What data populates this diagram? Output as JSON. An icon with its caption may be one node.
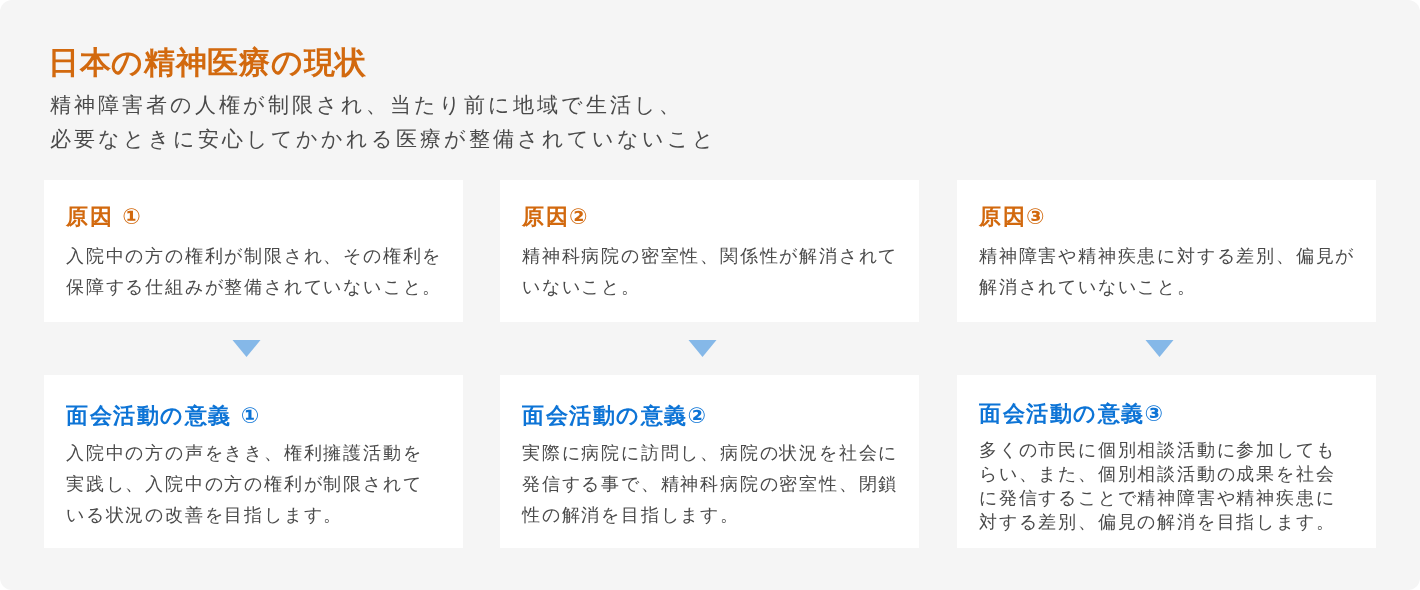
{
  "diagram": {
    "nodes": [
      {
        "text": [
          "日本の精神医療の現状",
          "精神障害者の人権が制限され、当たり前に地域で生活し、必要なときに安心してかかれる医療が整備されていないこと"
        ]
      },
      {
        "text": [
          "原因 ①",
          "入院中の方の権利が制限され、その権利を保障する仕組みが整備されていないこと。"
        ],
        "in": 0
      },
      {
        "text": [
          "原因②",
          "精神科病院の密室性、関係性が解消されていないこと。"
        ],
        "in": 0
      },
      {
        "text": [
          "原因③",
          "精神障害や精神疾患に対する差別、偏見が解消されていないこと。"
        ],
        "in": 0
      },
      {
        "text": [
          "面会活動の意義 ①",
          "入院中の方の声をきき、権利擁護活動を実践し、入院中の方の権利が制限されている状況の改善を目指します。"
        ],
        "in": 0
      },
      {
        "text": [
          "面会活動の意義②",
          "実際に病院に訪問し、病院の状況を社会に発信する事で、精神科病院の密室性、閉鎖性の解消を目指します。"
        ],
        "in": 0
      },
      {
        "text": [
          "面会活動の意義③",
          "多くの市民に個別相談活動に参加してもらい、また、個別相談活動の成果を社会に発信することで精神障害や精神疾患に対する差別、偏見の解消を目指します。"
        ],
        "in": 0
      }
    ],
    "edges": [
      {
        "from": 1,
        "to": 4,
        "arrow": "to"
      },
      {
        "from": 2,
        "to": 5,
        "arrow": "to"
      },
      {
        "from": 3,
        "to": 6,
        "arrow": "to"
      }
    ]
  }
}
